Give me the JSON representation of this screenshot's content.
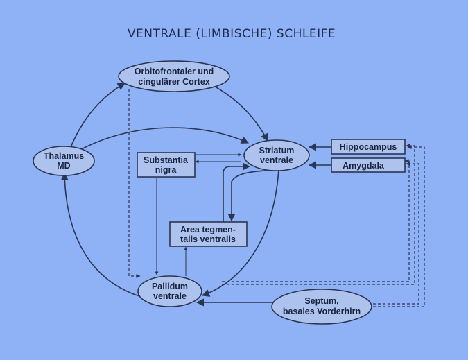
{
  "title": "VENTRALE (LIMBISCHE) SCHLEIFE",
  "nodes": {
    "orbitofrontal": [
      "Orbitofrontaler und",
      "cingulärer Cortex"
    ],
    "thalamus": [
      "Thalamus",
      "MD"
    ],
    "substantia": [
      "Substantia",
      "nigra"
    ],
    "striatum": [
      "Striatum",
      "ventrale"
    ],
    "hippocampus": [
      "Hippocampus"
    ],
    "amygdala": [
      "Amygdala"
    ],
    "area": [
      "Area tegmen-",
      "talis ventralis"
    ],
    "pallidum": [
      "Pallidum",
      "ventrale"
    ],
    "septum": [
      "Septum,",
      "basales Vorderhirn"
    ]
  }
}
